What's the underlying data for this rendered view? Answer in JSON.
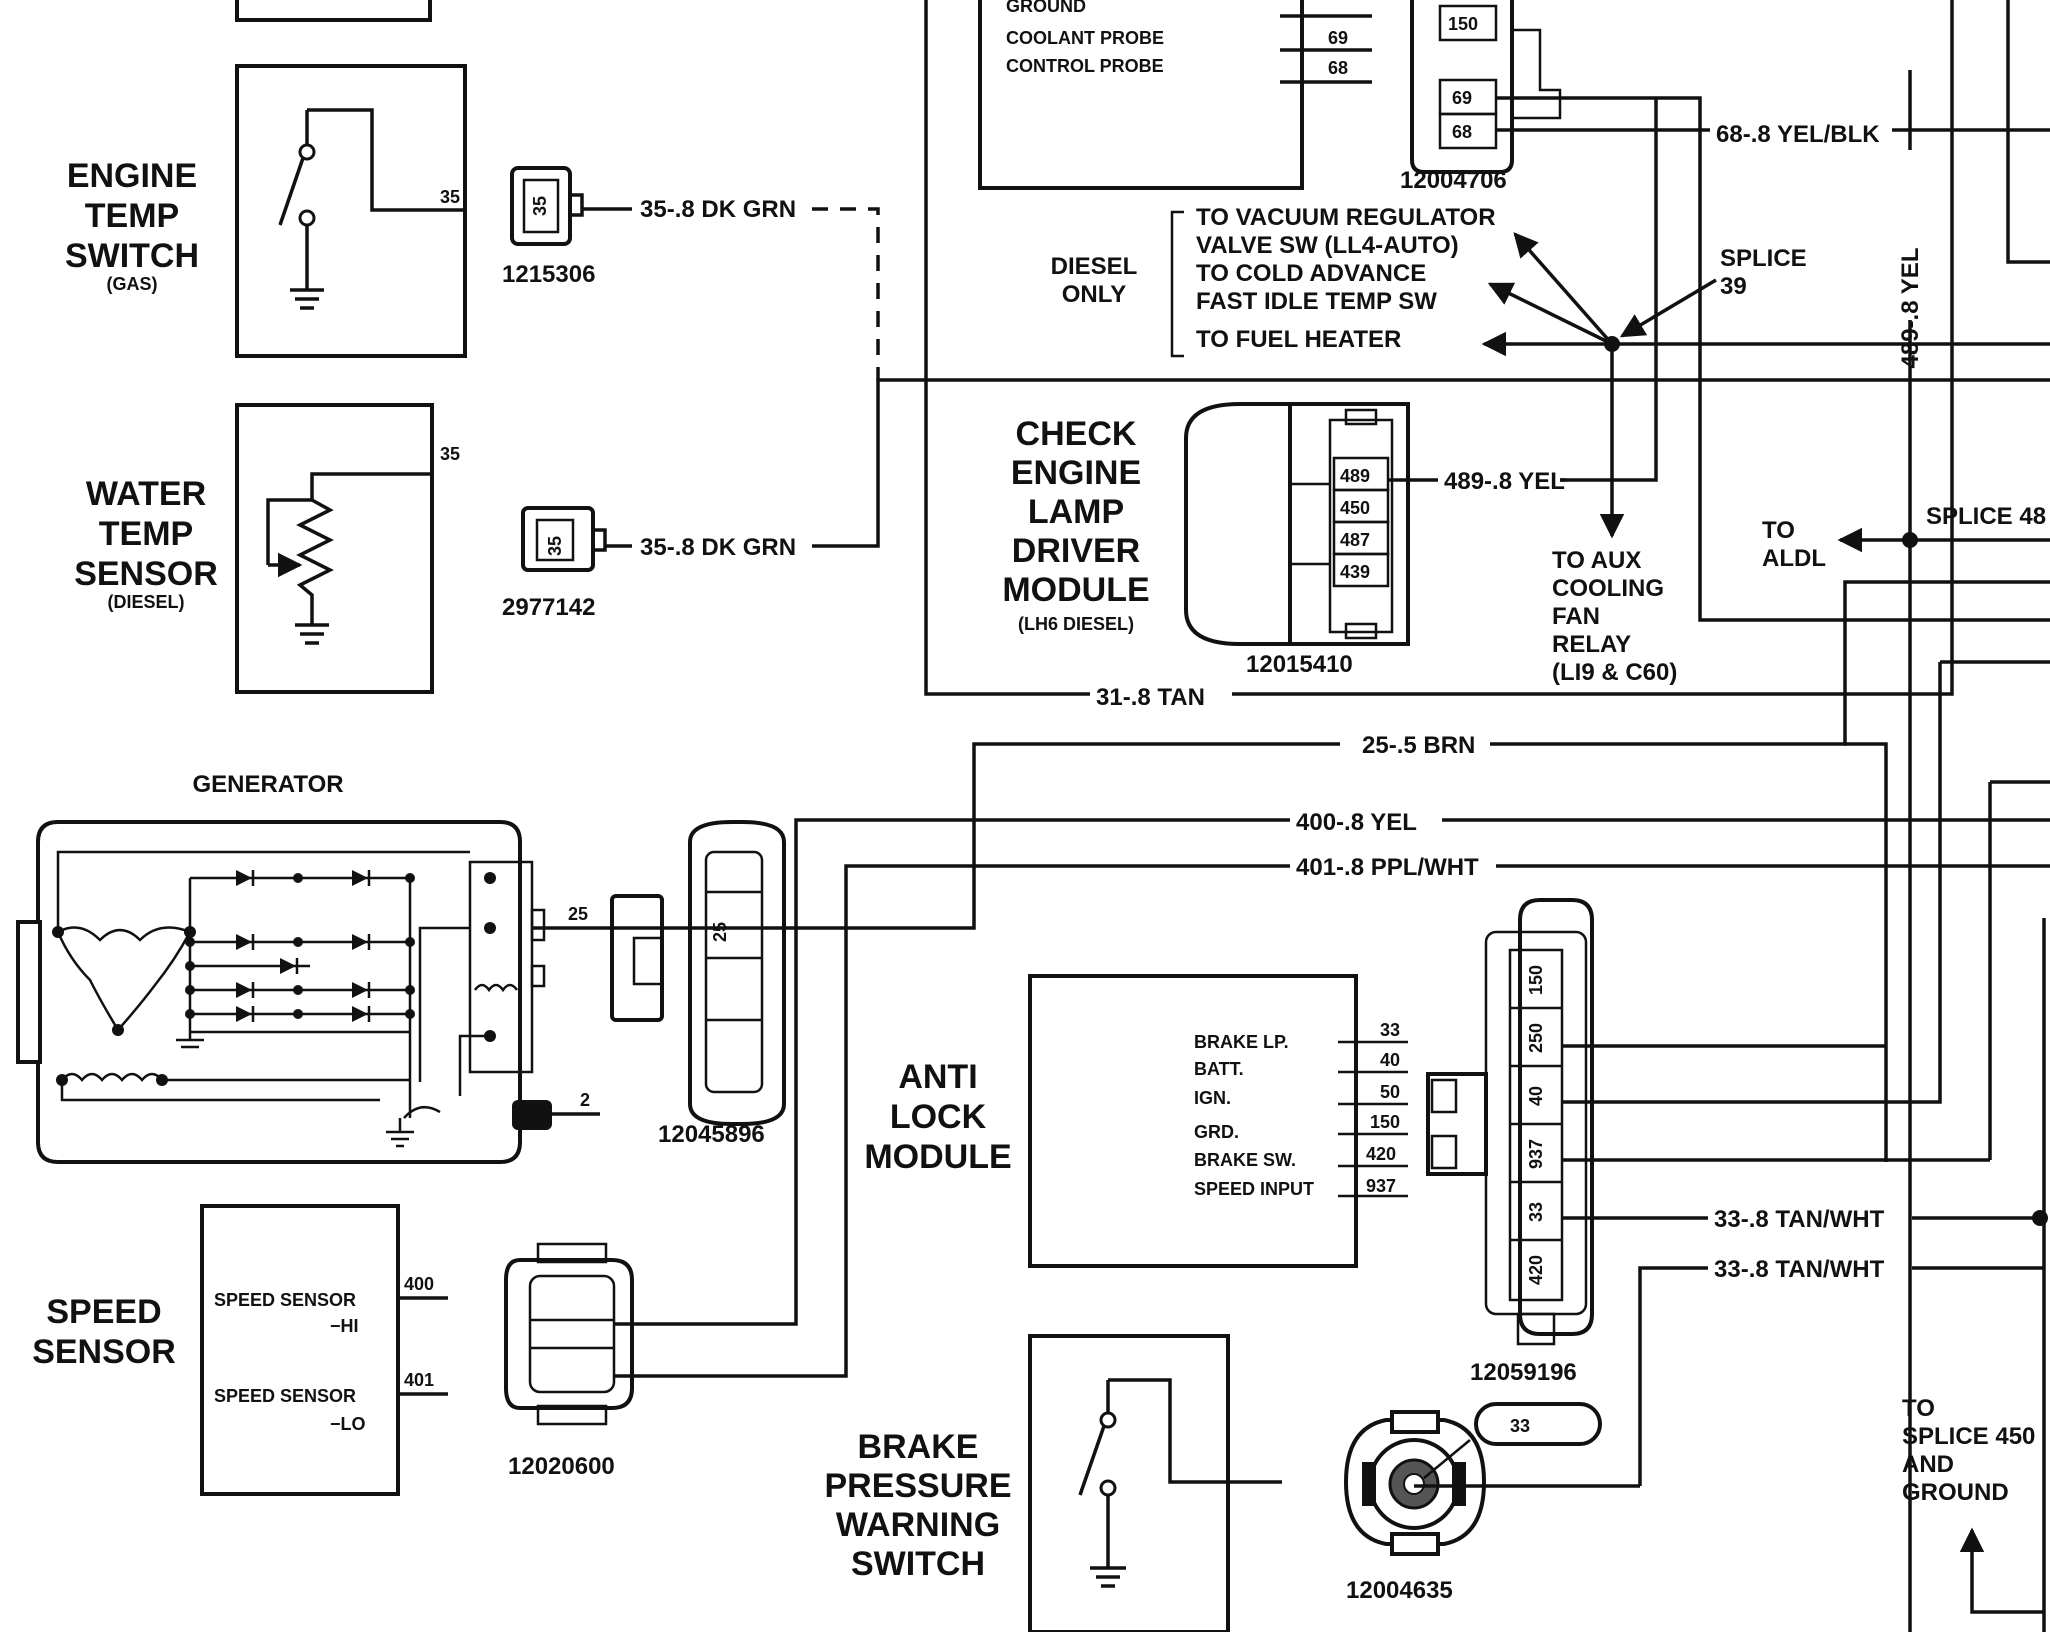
{
  "components": {
    "engine_temp_switch": {
      "name": [
        "ENGINE",
        "TEMP",
        "SWITCH"
      ],
      "note": "(GAS)",
      "pin": "35"
    },
    "water_temp_sensor": {
      "name": [
        "WATER",
        "TEMP",
        "SENSOR"
      ],
      "note": "(DIESEL)",
      "pin": "35"
    },
    "generator": {
      "name": "GENERATOR",
      "pin_a": "25",
      "pin_b": "2"
    },
    "speed_sensor": {
      "name": [
        "SPEED",
        "SENSOR"
      ],
      "hi_label": [
        "SPEED SENSOR",
        "−HI"
      ],
      "lo_label": [
        "SPEED SENSOR",
        "−LO"
      ],
      "hi_pin": "400",
      "lo_pin": "401"
    },
    "check_engine_module": {
      "name": [
        "CHECK",
        "ENGINE",
        "LAMP",
        "DRIVER",
        "MODULE"
      ],
      "note": "(LH6 DIESEL)",
      "pins": [
        "489",
        "450",
        "487",
        "439"
      ]
    },
    "anti_lock_module": {
      "name": [
        "ANTI",
        "LOCK",
        "MODULE"
      ],
      "pins": [
        {
          "label": "BRAKE LP.",
          "num": "33"
        },
        {
          "label": "BATT.",
          "num": "40"
        },
        {
          "label": "IGN.",
          "num": "50"
        },
        {
          "label": "GRD.",
          "num": "150"
        },
        {
          "label": "BRAKE SW.",
          "num": "420"
        },
        {
          "label": "SPEED INPUT",
          "num": "937"
        }
      ]
    },
    "brake_pressure_switch": {
      "name": [
        "BRAKE",
        "PRESSURE",
        "WARNING",
        "SWITCH"
      ]
    },
    "top_module": {
      "lines": [
        "GROUND",
        "COOLANT PROBE",
        "CONTROL PROBE"
      ],
      "pins": [
        "69",
        "68"
      ]
    }
  },
  "connectors": {
    "c1215306": {
      "part": "1215306",
      "pin": "35"
    },
    "c2977142": {
      "part": "2977142",
      "pin": "35"
    },
    "c12045896": {
      "part": "12045896",
      "pin": "25"
    },
    "c12020600": {
      "part": "12020600"
    },
    "c12015410": {
      "part": "12015410"
    },
    "c12004706": {
      "part": "12004706",
      "pins": [
        "150",
        "69",
        "68"
      ]
    },
    "c12059196": {
      "part": "12059196",
      "pins": [
        "150",
        "250",
        "40",
        "937",
        "33",
        "420"
      ]
    },
    "c12004635": {
      "part": "12004635",
      "tag": "33"
    }
  },
  "wires": {
    "w35_gas": "35-.8 DK GRN",
    "w35_diesel": "35-.8 DK GRN",
    "w68": "68-.8 YEL/BLK",
    "w489_vert": "489-.8 YEL",
    "w489": "489-.8 YEL",
    "w31": "31-.8 TAN",
    "w25": "25-.5 BRN",
    "w400": "400-.8 YEL",
    "w401": "401-.8 PPL/WHT",
    "w33a": "33-.8 TAN/WHT",
    "w33b": "33-.8 TAN/WHT"
  },
  "annotations": {
    "diesel_only": [
      "DIESEL",
      "ONLY"
    ],
    "destinations": [
      "TO VACUUM REGULATOR",
      "VALVE SW (LL4-AUTO)",
      "TO COLD ADVANCE",
      "FAST IDLE TEMP SW",
      "TO FUEL HEATER"
    ],
    "splice39": [
      "SPLICE",
      "39"
    ],
    "splice48": "SPLICE 48",
    "to_aldl": [
      "TO",
      "ALDL"
    ],
    "to_aux": [
      "TO AUX",
      "COOLING",
      "FAN",
      "RELAY",
      "(LI9 & C60)"
    ],
    "to_splice450": [
      "TO",
      "SPLICE 450",
      "AND",
      "GROUND"
    ]
  }
}
